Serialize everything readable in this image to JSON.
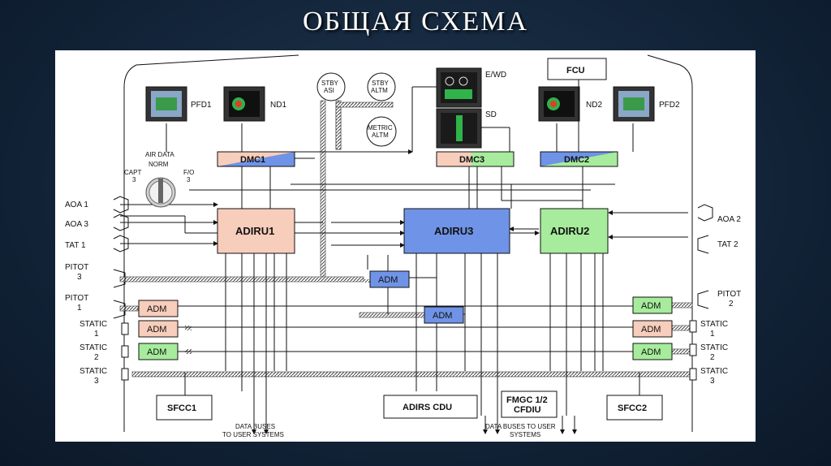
{
  "slide": {
    "title": "ОБЩАЯ СХЕМА"
  },
  "displays": {
    "pfd1": "PFD1",
    "nd1": "ND1",
    "nd2": "ND2",
    "pfd2": "PFD2",
    "ewd": "E/WD",
    "sd": "SD"
  },
  "controls": {
    "fcu": "FCU",
    "air_data": "AIR DATA",
    "norm": "NORM",
    "capt": "CAPT",
    "capt_num": "3",
    "fo": "F/O",
    "fo_num": "3"
  },
  "instruments": {
    "stby_asi_1": "STBY",
    "stby_asi_2": "ASI",
    "stby_altm_1": "STBY",
    "stby_altm_2": "ALTM",
    "metric_altm_1": "METRIC",
    "metric_altm_2": "ALTM"
  },
  "dmc": {
    "dmc1": "DMC1",
    "dmc3": "DMC3",
    "dmc2": "DMC2"
  },
  "adiru": {
    "adiru1": "ADIRU1",
    "adiru3": "ADIRU3",
    "adiru2": "ADIRU2"
  },
  "adm_label": "ADM",
  "sensors_left": {
    "aoa1": "AOA 1",
    "aoa3": "AOA 3",
    "tat1": "TAT 1",
    "pitot3_1": "PITOT",
    "pitot3_2": "3",
    "pitot1_1": "PITOT",
    "pitot1_2": "1",
    "static1_1": "STATIC",
    "static1_2": "1",
    "static2_1": "STATIC",
    "static2_2": "2",
    "static3_1": "STATIC",
    "static3_2": "3"
  },
  "sensors_right": {
    "aoa2": "AOA 2",
    "tat2": "TAT 2",
    "pitot2_1": "PITOT",
    "pitot2_2": "2",
    "static1_1": "STATIC",
    "static1_2": "1",
    "static2_1": "STATIC",
    "static2_2": "2",
    "static3_1": "STATIC",
    "static3_2": "3"
  },
  "bottom": {
    "sfcc1": "SFCC1",
    "sfcc2": "SFCC2",
    "adirs_cdu": "ADIRS CDU",
    "fmgc_1": "FMGC 1/2",
    "fmgc_2": "CFDIU",
    "bus_left_1": "DATA BUSES",
    "bus_left_2": "TO USER SYSTEMS",
    "bus_right_1": "DATA BUSES TO USER",
    "bus_right_2": "SYSTEMS"
  },
  "colors": {
    "adiru1": "#f7cdbb",
    "adiru3": "#6f93e6",
    "adiru2": "#a6ec9c",
    "adm_pink": "#f7cdbb",
    "adm_blue": "#6f93e6",
    "adm_green": "#a6ec9c",
    "dmc_blue": "#6f93e6",
    "dmc_pink": "#f7cdbb",
    "dmc_green": "#a6ec9c"
  }
}
